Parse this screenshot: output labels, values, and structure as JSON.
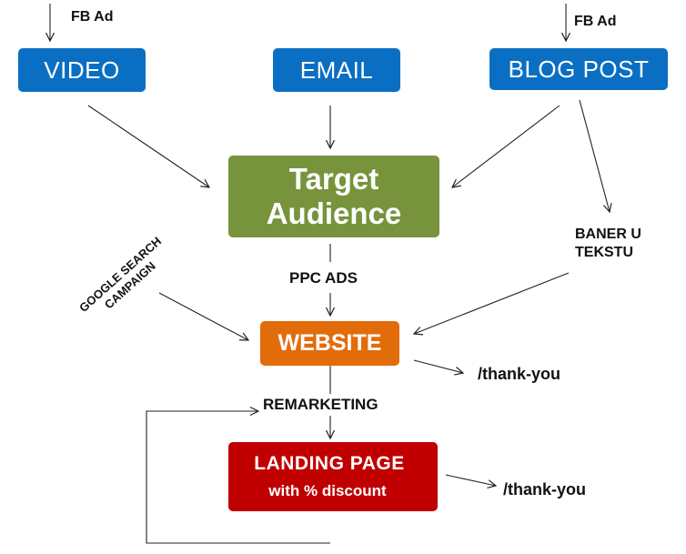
{
  "sources": {
    "video": "VIDEO",
    "email": "EMAIL",
    "blog_post": "BLOG POST"
  },
  "labels": {
    "fb_ad_left": "FB Ad",
    "fb_ad_right": "FB Ad",
    "baner_line1": "BANER U",
    "baner_line2": "TEKSTU",
    "google_line1": "GOOGLE SEARCH",
    "google_line2": "CAMPAIGN",
    "ppc_ads": "PPC ADS",
    "remarketing": "REMARKETING",
    "thank_you_website": "/thank-you",
    "thank_you_landing": "/thank-you"
  },
  "target": {
    "line1": "Target",
    "line2": "Audience"
  },
  "website": "WEBSITE",
  "landing": {
    "title": "LANDING PAGE",
    "subtitle": "with % discount"
  },
  "colors": {
    "source_boxes": "#0a6fc2",
    "target_box": "#77933c",
    "website_box": "#e36c0a",
    "landing_box": "#c00000",
    "arrows": "#222222"
  }
}
